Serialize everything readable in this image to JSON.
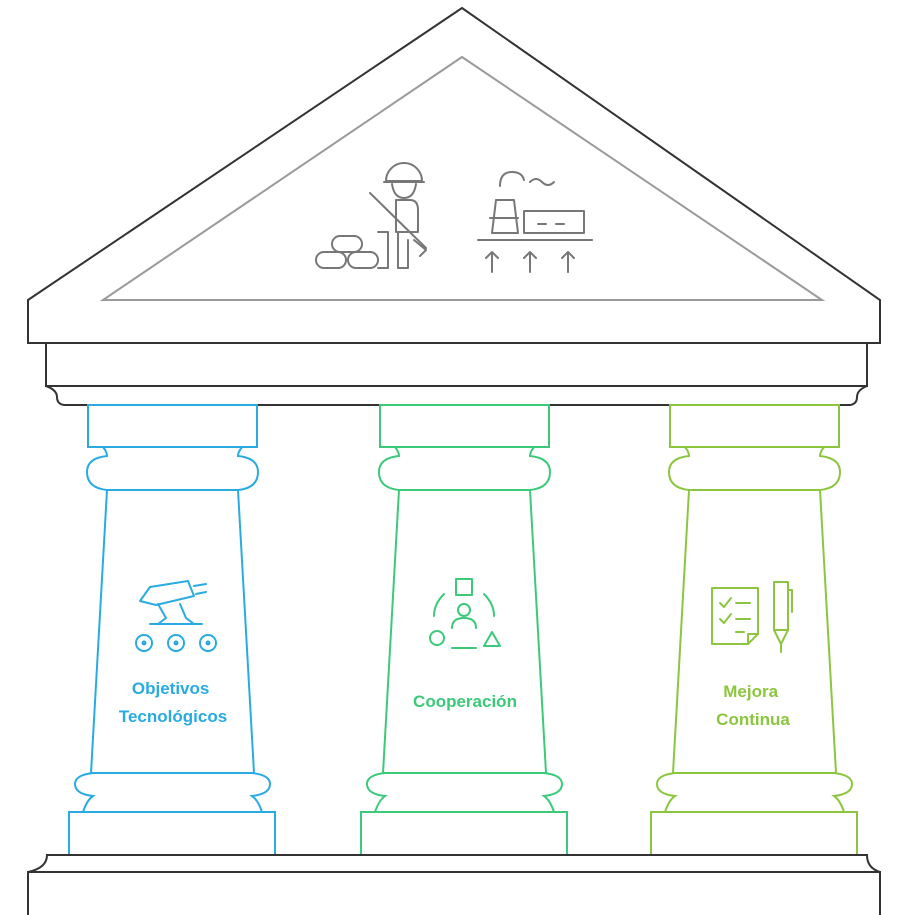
{
  "pillars": [
    {
      "label_lines": [
        "Objetivos",
        "Tecnológicos"
      ],
      "color": "#29ABE2",
      "icon": "robot-arm-icon"
    },
    {
      "label_lines": [
        "Cooperación"
      ],
      "color": "#3CC97A",
      "icon": "team-shapes-icon"
    },
    {
      "label_lines": [
        "Mejora",
        "Continua"
      ],
      "color": "#8CC63F",
      "icon": "checklist-pen-icon"
    }
  ],
  "roof_icons": [
    "soldier-with-sandbags-icon",
    "factory-growth-icon"
  ],
  "colors": {
    "outline": "#333333",
    "inner_triangle": "#9a9a9a",
    "icon_gray": "#777777"
  }
}
